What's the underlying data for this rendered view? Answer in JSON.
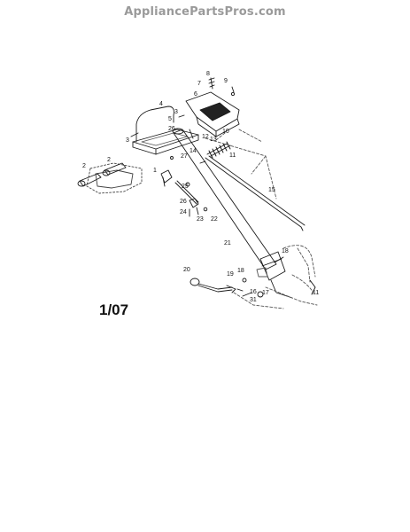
{
  "header": {
    "site": "AppliancePartsPros.com"
  },
  "diagram": {
    "revision": "1/07",
    "callouts": [
      "1",
      "2",
      "2",
      "3",
      "3",
      "4",
      "5",
      "6",
      "7",
      "8",
      "9",
      "10",
      "11",
      "11",
      "12",
      "13",
      "14",
      "15",
      "16",
      "17",
      "18",
      "18",
      "19",
      "20",
      "21",
      "22",
      "23",
      "24",
      "25",
      "26",
      "26",
      "27",
      "31"
    ]
  },
  "colors": {
    "line": "#1a1a1a",
    "dashed": "#555555",
    "watermark": "#9a9a9a"
  }
}
